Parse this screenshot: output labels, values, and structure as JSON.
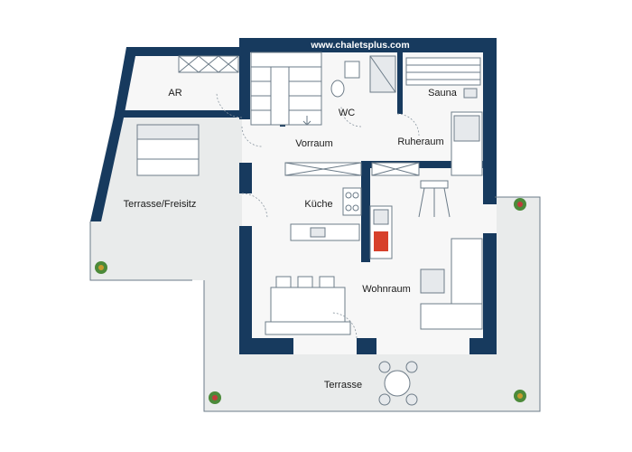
{
  "header": {
    "website": "www.chaletsplus.com"
  },
  "rooms": {
    "ar": "AR",
    "wc": "WC",
    "sauna": "Sauna",
    "vorraum": "Vorraum",
    "ruheraum": "Ruheraum",
    "kueche": "Küche",
    "terrasse_freisitz": "Terrasse/Freisitz",
    "wohnraum": "Wohnraum",
    "terrasse": "Terrasse"
  },
  "colors": {
    "wall": "#173a5e",
    "terrace": "#e9ebeb",
    "stove": "#d7402b"
  },
  "icons": [
    "flower-pot-icon",
    "stairs-icon",
    "toilet-icon",
    "sofa-icon",
    "dining-table-icon",
    "stove-icon",
    "bed-icon"
  ]
}
